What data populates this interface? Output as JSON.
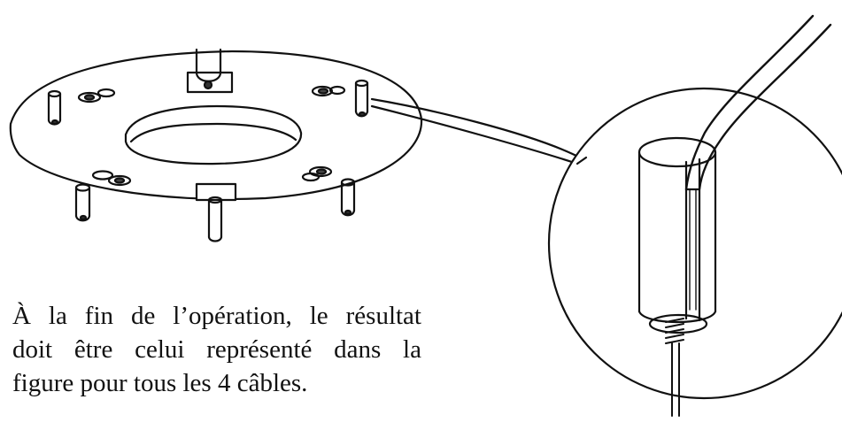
{
  "caption": {
    "line1": "À la fin de l’opération, le résultat",
    "line2": "doit être celui représenté dans la",
    "line3": "figure pour tous les 4 câbles."
  },
  "colors": {
    "ink": "#111111",
    "background": "#ffffff"
  }
}
